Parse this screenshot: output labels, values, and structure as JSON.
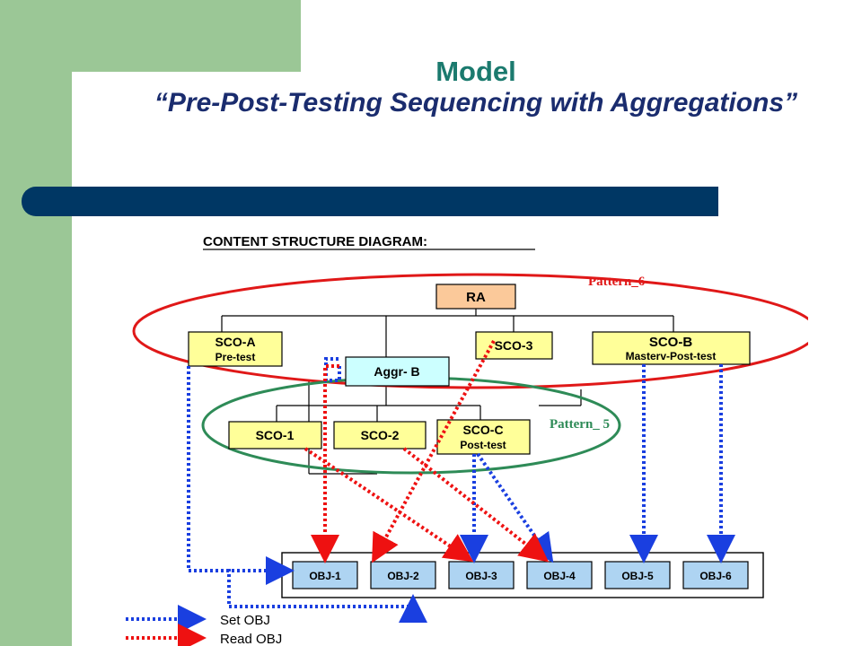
{
  "slide": {
    "title": "Model",
    "subtitle": "“Pre-Post-Testing Sequencing with Aggregations”"
  },
  "diagram": {
    "heading": "CONTENT STRUCTURE DIAGRAM:",
    "patterns": {
      "pattern6": "Pattern_6",
      "pattern5": "Pattern_ 5"
    },
    "nodes": {
      "ra": "RA",
      "sco_a_line1": "SCO-A",
      "sco_a_line2": "Pre-test",
      "sco_3": "SCO-3",
      "sco_b_line1": "SCO-B",
      "sco_b_line2": "Masterv-Post-test",
      "aggr_b": "Aggr- B",
      "sco_1": "SCO-1",
      "sco_2": "SCO-2",
      "sco_c_line1": "SCO-C",
      "sco_c_line2": "Post-test"
    },
    "objectives": [
      "OBJ-1",
      "OBJ-2",
      "OBJ-3",
      "OBJ-4",
      "OBJ-5",
      "OBJ-6"
    ],
    "legend": {
      "set": "Set OBJ",
      "read": "Read OBJ"
    },
    "colors": {
      "box_yellow": "#ffff99",
      "box_orange": "#fbc99a",
      "box_cyan": "#ccffff",
      "obj_blue": "#aed4f2",
      "set_arrow": "#1a3fe0",
      "read_arrow": "#ee1111",
      "pattern6_ring": "#e01818",
      "pattern5_ring": "#2e8b57"
    }
  }
}
